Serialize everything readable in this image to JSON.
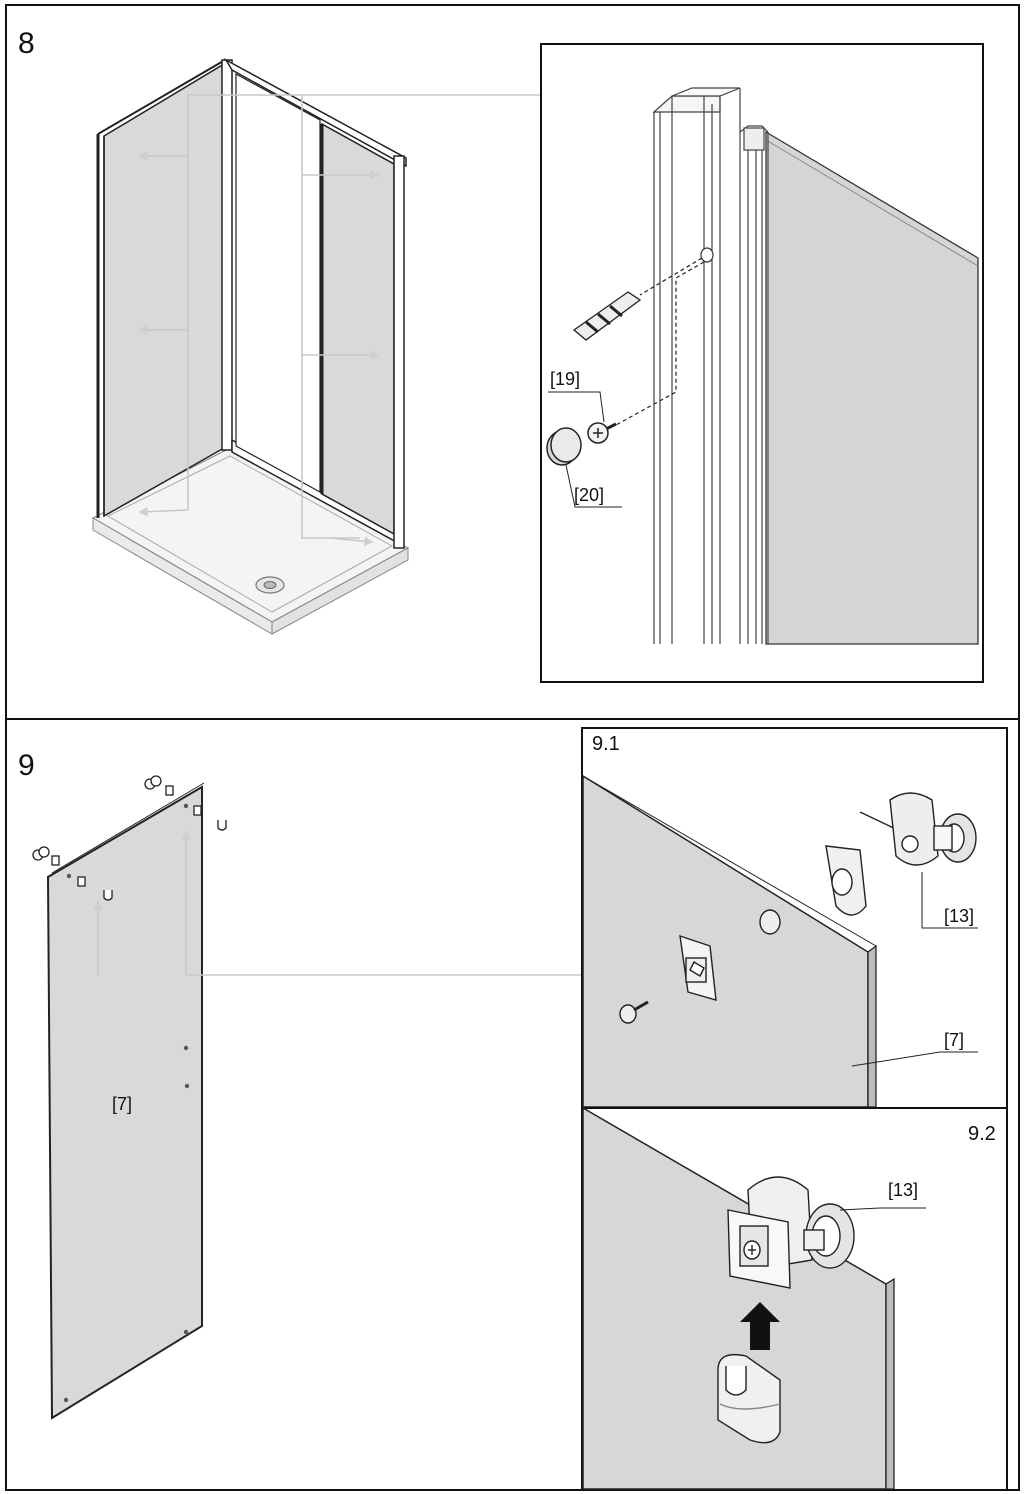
{
  "step8": {
    "number": "8",
    "callouts": {
      "screw": "[19]",
      "cap": "[20]"
    }
  },
  "step9": {
    "number": "9",
    "panel_label": "[7]",
    "detail1": {
      "title": "9.1",
      "part_label": "[13]",
      "panel_label": "[7]"
    },
    "detail2": {
      "title": "9.2",
      "part_label": "[13]"
    }
  },
  "colors": {
    "glass": "#d9d9d9",
    "line": "#111111",
    "guide": "#c8c8c8"
  }
}
